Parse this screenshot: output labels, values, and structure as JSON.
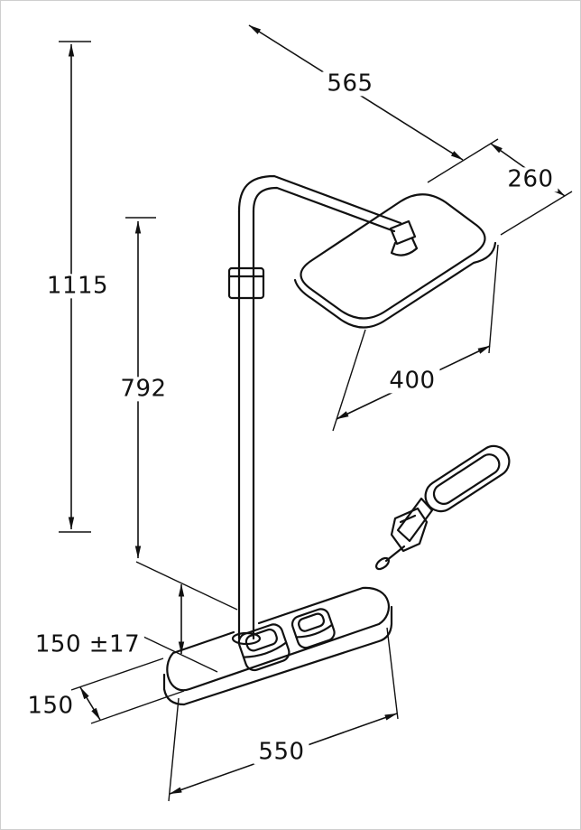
{
  "drawing": {
    "background": "#ffffff",
    "line_color": "#111111",
    "frame_color": "#cfcfcf"
  },
  "dimensions": {
    "d565": "565",
    "d260": "260",
    "d1115": "1115",
    "d792": "792",
    "d400": "400",
    "d150_tol": "150 ±17",
    "d150": "150",
    "d550": "550"
  }
}
